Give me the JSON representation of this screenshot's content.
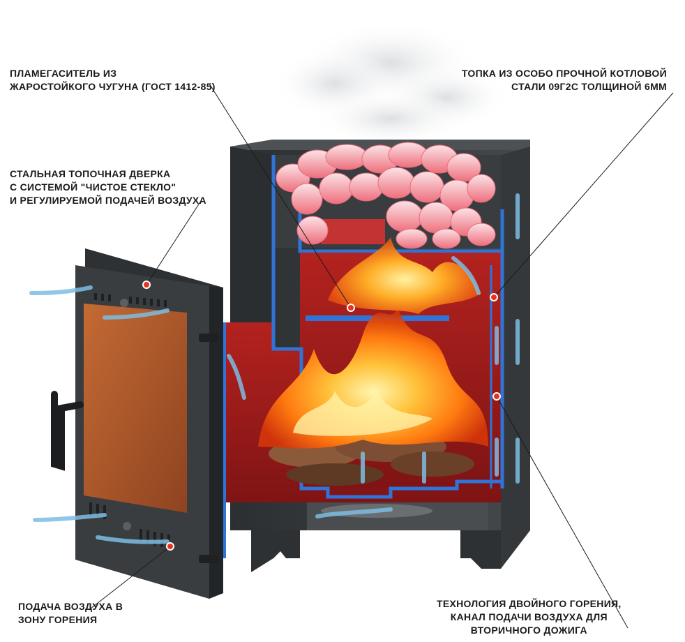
{
  "callouts": {
    "flame_damper": {
      "line1": "ПЛАМЕГАСИТЕЛЬ ИЗ",
      "line2": "ЖАРОСТОЙКОГО ЧУГУНА (ГОСТ 1412-85)"
    },
    "firebox": {
      "line1": "ТОПКА ИЗ ОСОБО ПРОЧНОЙ КОТЛОВОЙ",
      "line2": "СТАЛИ 09Г2С ТОЛЩИНОЙ 6мм"
    },
    "door": {
      "line1": "СТАЛЬНАЯ ТОПОЧНАЯ ДВЕРКА",
      "line2": "С СИСТЕМОЙ \"ЧИСТОЕ СТЕКЛО\"",
      "line3": "И РЕГУЛИРУЕМОЙ ПОДАЧЕЙ ВОЗДУХА"
    },
    "air_supply": {
      "line1": "ПОДАЧА ВОЗДУХА В",
      "line2": "ЗОНУ ГОРЕНИЯ"
    },
    "double_combustion": {
      "line1": "ТЕХНОЛОГИЯ ДВОЙНОГО ГОРЕНИЯ,",
      "line2": "КАНАЛ ПОДАЧИ ВОЗДУХА ДЛЯ",
      "line3": "ВТОРИЧНОГО ДОЖИГА"
    }
  },
  "colors": {
    "accent_dot": "#e8321e",
    "stove_body": "#3a3d40",
    "inner_wall": "#2f74d6",
    "firebox_interior": "#9b1b1c",
    "flame": "#ff9a1a",
    "stones": "#f07a86",
    "glass": "#b0582b",
    "air_arrow": "#8fc6e6"
  },
  "icons": {
    "fire": "flame-icon",
    "air_flow": "air-arrow-icon",
    "annotation_point": "red-dot-marker"
  }
}
